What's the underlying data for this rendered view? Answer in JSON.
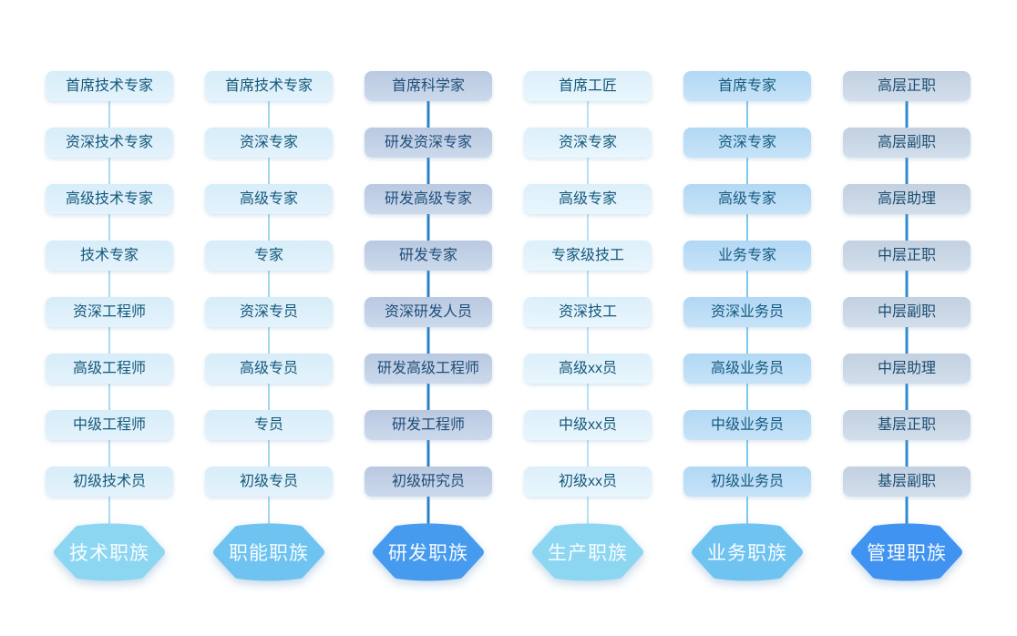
{
  "families": [
    {
      "id": "technology",
      "label": "技术职族",
      "levels": [
        "首席技术专家",
        "资深技术专家",
        "高级技术专家",
        "技术专家",
        "资深工程师",
        "高级工程师",
        "中级工程师",
        "初级技术员"
      ],
      "style": {
        "box_bg_top": "#d7edf9",
        "box_bg_bottom": "#e4f3fc",
        "box_text": "#14587a",
        "line": "#a8dcf3",
        "line_width": 2,
        "hex_bg": "#8dd6f2"
      }
    },
    {
      "id": "functional",
      "label": "职能职族",
      "levels": [
        "首席技术专家",
        "资深专家",
        "高级专家",
        "专家",
        "资深专员",
        "高级专员",
        "专员",
        "初级专员"
      ],
      "style": {
        "box_bg_top": "#d7edf9",
        "box_bg_bottom": "#e4f3fc",
        "box_text": "#14587a",
        "line": "#9fd8f2",
        "line_width": 2,
        "hex_bg": "#6fc3f0"
      }
    },
    {
      "id": "rnd",
      "label": "研发职族",
      "levels": [
        "首席科学家",
        "研发资深专家",
        "研发高级专家",
        "研发专家",
        "资深研发人员",
        "研发高级工程师",
        "研发工程师",
        "初级研究员"
      ],
      "style": {
        "box_bg_top": "#b9c9e1",
        "box_bg_bottom": "#ccd9ec",
        "box_text": "#1f4e79",
        "line": "#2a82c4",
        "line_width": 3,
        "hex_bg": "#469bef"
      }
    },
    {
      "id": "production",
      "label": "生产职族",
      "levels": [
        "首席工匠",
        "资深专家",
        "高级专家",
        "专家级技工",
        "资深技工",
        "高级xx员",
        "中级xx员",
        "初级xx员"
      ],
      "style": {
        "box_bg_top": "#dceffa",
        "box_bg_bottom": "#e9f6fd",
        "box_text": "#14587a",
        "line": "#b7e3f6",
        "line_width": 2,
        "hex_bg": "#8dd6f2"
      }
    },
    {
      "id": "business",
      "label": "业务职族",
      "levels": [
        "首席专家",
        "资深专家",
        "高级专家",
        "业务专家",
        "资深业务员",
        "高级业务员",
        "中级业务员",
        "初级业务员"
      ],
      "style": {
        "box_bg_top": "#b2d8f4",
        "box_bg_bottom": "#c6e3f8",
        "box_text": "#155a80",
        "line": "#7cc9ef",
        "line_width": 2,
        "hex_bg": "#6fc3f0"
      }
    },
    {
      "id": "management",
      "label": "管理职族",
      "levels": [
        "高层正职",
        "高层副职",
        "高层助理",
        "中层正职",
        "中层副职",
        "中层助理",
        "基层正职",
        "基层副职"
      ],
      "style": {
        "box_bg_top": "#c2d0e0",
        "box_bg_bottom": "#d2deeb",
        "box_text": "#1c4e73",
        "line": "#2e8cd0",
        "line_width": 3,
        "hex_bg": "#4093f0"
      }
    }
  ]
}
